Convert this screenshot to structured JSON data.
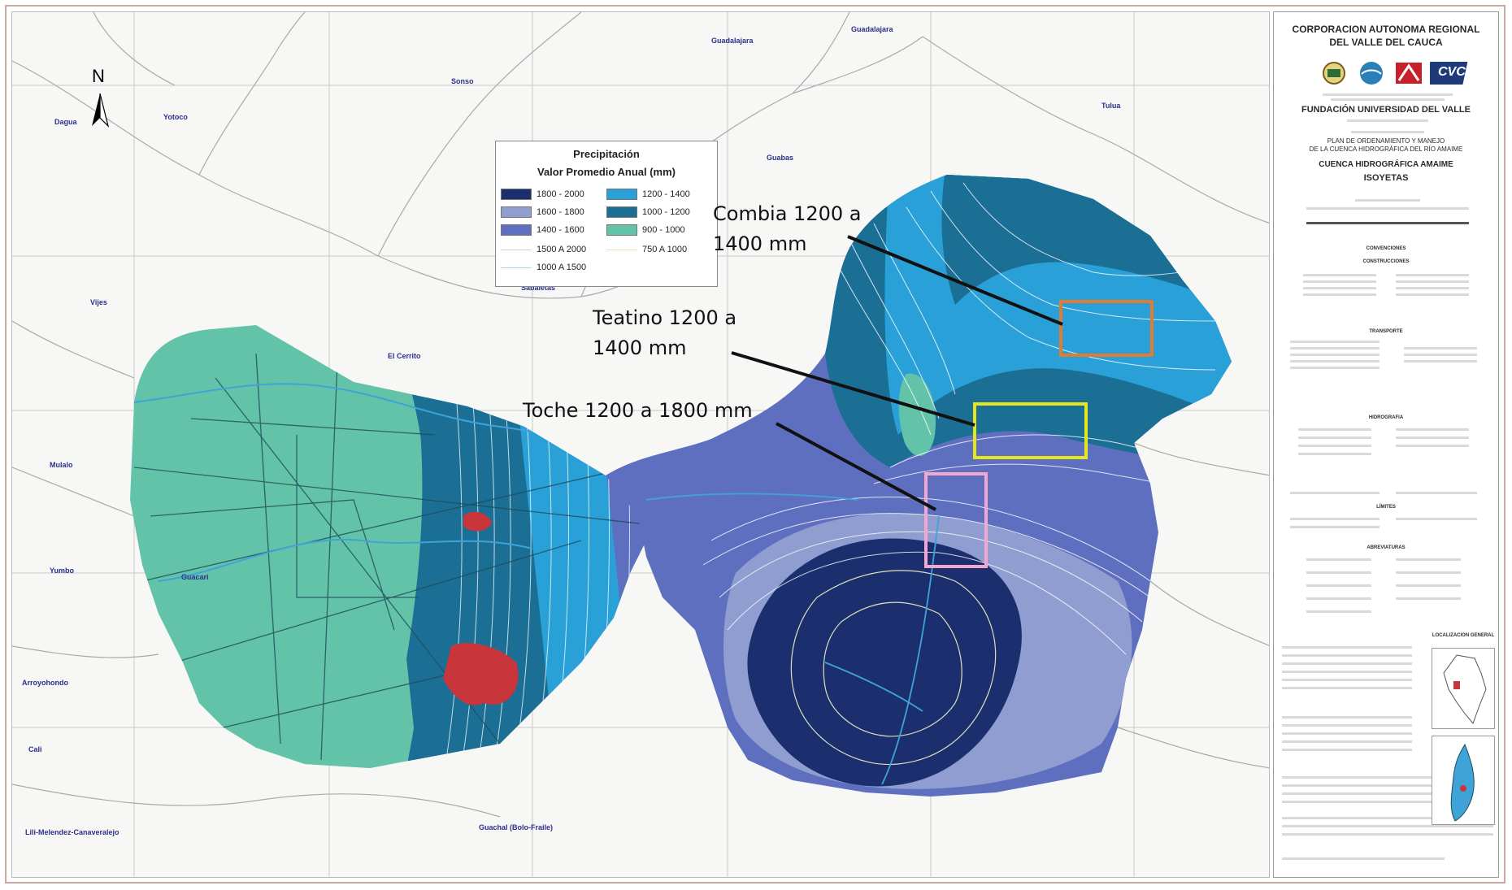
{
  "map": {
    "north_label": "N",
    "places": [
      {
        "id": "dagua",
        "label": "Dagua"
      },
      {
        "id": "yotoco",
        "label": "Yotoco"
      },
      {
        "id": "sonso",
        "label": "Sonso"
      },
      {
        "id": "guadalajara-1",
        "label": "Guadalajara"
      },
      {
        "id": "guadalajara-2",
        "label": "Guadalajara"
      },
      {
        "id": "tulua",
        "label": "Tulua"
      },
      {
        "id": "guabas",
        "label": "Guabas"
      },
      {
        "id": "vijes",
        "label": "Vijes"
      },
      {
        "id": "sabaletas",
        "label": "Sabaletas"
      },
      {
        "id": "el-cerrito",
        "label": "El Cerrito"
      },
      {
        "id": "mulalo",
        "label": "Mulalo"
      },
      {
        "id": "yumbo",
        "label": "Yumbo"
      },
      {
        "id": "arroyohondo",
        "label": "Arroyohondo"
      },
      {
        "id": "cali",
        "label": "Cali"
      },
      {
        "id": "lili-melendez",
        "label": "Lili-Melendez-Canaveralejo"
      },
      {
        "id": "guachal",
        "label": "Guachal (Bolo-Fraile)"
      },
      {
        "id": "guacari",
        "label": "Guacari"
      }
    ],
    "legend": {
      "title": "Precipitación",
      "subtitle": "Valor Promedio Anual (mm)",
      "classes": [
        {
          "label": "1800 - 2000",
          "color": "#1b2f6e"
        },
        {
          "label": "1600 - 1800",
          "color": "#8f9dd0"
        },
        {
          "label": "1400 - 1600",
          "color": "#5f6fbf"
        },
        {
          "label": "1200 - 1400",
          "color": "#2aa0d8"
        },
        {
          "label": "1000 - 1200",
          "color": "#1b6f95"
        },
        {
          "label": "900 - 1000",
          "color": "#62c3a8"
        }
      ],
      "lines": [
        {
          "label": "1500 A 2000"
        },
        {
          "label": "750 A 1000"
        },
        {
          "label": "1000 A 1500"
        }
      ]
    },
    "annotations": [
      {
        "line1": "Combia 1200 a",
        "line2": "1400 mm",
        "color": "#e07b2f"
      },
      {
        "line1": "Teatino 1200 a",
        "line2": "1400 mm",
        "color": "#e6e61e"
      },
      {
        "line1": "Toche 1200 a 1800 mm",
        "color": "#f3a7cf"
      }
    ]
  },
  "panel": {
    "org_line1": "CORPORACION AUTONOMA REGIONAL",
    "org_line2": "DEL VALLE DEL CAUCA",
    "logo_cvc": "CVC",
    "university": "FUNDACIÓN UNIVERSIDAD DEL VALLE",
    "plan_line1": "PLAN DE ORDENAMIENTO Y MANEJO",
    "plan_line2": "DE LA CUENCA HIDROGRÁFICA DEL RÍO AMAIME",
    "basin": "CUENCA HIDROGRÁFICA AMAIME",
    "map_subject": "ISOYETAS",
    "sections": [
      {
        "id": "convenciones",
        "label": "CONVENCIONES"
      },
      {
        "id": "construcciones",
        "label": "CONSTRUCCIONES"
      },
      {
        "id": "transporte",
        "label": "TRANSPORTE"
      },
      {
        "id": "hidrografia",
        "label": "HIDROGRAFIA"
      },
      {
        "id": "limites",
        "label": "LÍMITES"
      },
      {
        "id": "abreviaturas",
        "label": "ABREVIATURAS"
      },
      {
        "id": "localizacion",
        "label": "LOCALIZACION GENERAL"
      }
    ]
  }
}
